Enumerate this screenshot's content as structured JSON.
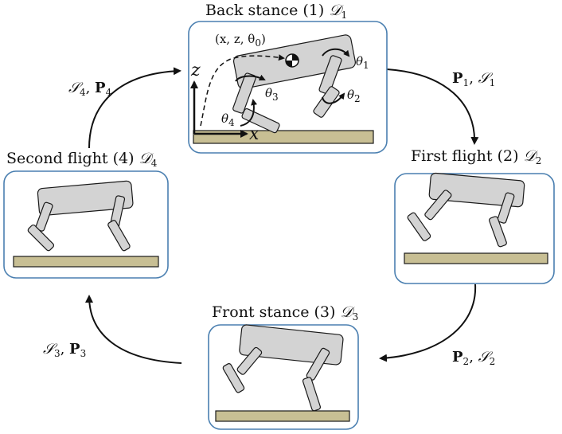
{
  "phases": [
    {
      "id": 1,
      "name": "Back stance",
      "num": "(1)",
      "domain": "𝒟",
      "sub": "1"
    },
    {
      "id": 2,
      "name": "First flight",
      "num": "(2)",
      "domain": "𝒟",
      "sub": "2"
    },
    {
      "id": 3,
      "name": "Front stance",
      "num": "(3)",
      "domain": "𝒟",
      "sub": "3"
    },
    {
      "id": 4,
      "name": "Second flight",
      "num": "(4)",
      "domain": "𝒟",
      "sub": "4"
    }
  ],
  "transitions": {
    "t1": {
      "a": "P",
      "a_sub": "1",
      "b": "𝒮",
      "b_sub": "1"
    },
    "t2": {
      "a": "P",
      "a_sub": "2",
      "b": "𝒮",
      "b_sub": "2"
    },
    "t3": {
      "a": "𝒮",
      "a_sub": "3",
      "b": "P",
      "b_sub": "3"
    },
    "t4": {
      "a": "𝒮",
      "a_sub": "4",
      "b": "P",
      "b_sub": "4"
    }
  },
  "annotations": {
    "com": "(x, z, θ",
    "com_sub": "0",
    "com_close": ")",
    "theta": "θ",
    "theta1_sub": "1",
    "theta2_sub": "2",
    "theta3_sub": "3",
    "theta4_sub": "4",
    "axis_x": "x",
    "axis_z": "z"
  },
  "colors": {
    "panel_border": "#4a7fb0",
    "body_fill": "#d3d3d3",
    "ground_fill": "#c8bf94",
    "stroke": "#1a1a1a"
  }
}
